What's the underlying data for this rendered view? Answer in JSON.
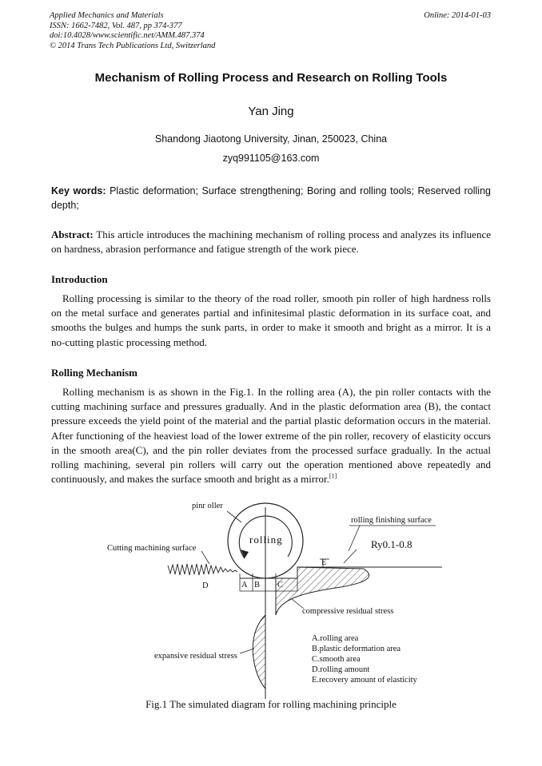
{
  "header": {
    "journal": "Applied Mechanics and Materials",
    "issn": "ISSN: 1662-7482, Vol. 487, pp 374-377",
    "doi": "doi:10.4028/www.scientific.net/AMM.487.374",
    "copyright": "© 2014 Trans Tech Publications Ltd, Switzerland",
    "online": "Online: 2014-01-03"
  },
  "paper": {
    "title": "Mechanism of Rolling Process and Research on Rolling Tools",
    "author": "Yan Jing",
    "affiliation": "Shandong Jiaotong University, Jinan, 250023, China",
    "email": "zyq991105@163.com"
  },
  "keywords": {
    "label": "Key words:",
    "text": " Plastic deformation; Surface strengthening; Boring and rolling tools; Reserved rolling depth;"
  },
  "abstract": {
    "label": "Abstract:",
    "text": " This article introduces the machining mechanism of rolling process and analyzes its influence on hardness, abrasion performance and fatigue strength of the work piece."
  },
  "sections": {
    "intro_heading": "Introduction",
    "intro_text": "Rolling processing is similar to the theory of the road roller, smooth pin roller of high hardness rolls on the metal surface and generates partial and infinitesimal plastic deformation in its surface coat, and smooths the bulges and humps the sunk parts, in order to make it smooth and bright as a mirror. It is a no-cutting plastic processing method.",
    "mech_heading": "Rolling Mechanism",
    "mech_text": "Rolling mechanism is as shown in the Fig.1. In the rolling area (A), the pin roller contacts with the cutting machining surface and pressures gradually. And in the plastic deformation area (B), the contact pressure exceeds the yield point of the material and the partial plastic deformation occurs in the material. After functioning of the heaviest load of the lower extreme of the pin roller, recovery of elasticity occurs in the smooth area(C), and the pin roller deviates from the processed surface gradually. In the actual rolling machining, several pin rollers will carry out the operation mentioned above repeatedly and continuously, and makes the surface smooth and bright as a mirror.",
    "mech_ref": "[1]"
  },
  "figure": {
    "label_pin_roller": "pinr oller",
    "label_rolling": "rolling",
    "label_finishing": "rolling finishing surface",
    "label_ry": "Ry0.1-0.8",
    "label_cutting": "Cutting machining surface",
    "label_e": "E",
    "label_d": "D",
    "label_a": "A",
    "label_b": "B",
    "label_c": "C",
    "label_compressive": "compressive residual stress",
    "label_expansive": "expansive residual stress",
    "legend": [
      "A.rolling area",
      "B.plastic deformation area",
      "C.smooth area",
      "D.rolling amount",
      "E.recovery amount of elasticity"
    ],
    "caption": "Fig.1 The simulated diagram for rolling machining principle"
  }
}
